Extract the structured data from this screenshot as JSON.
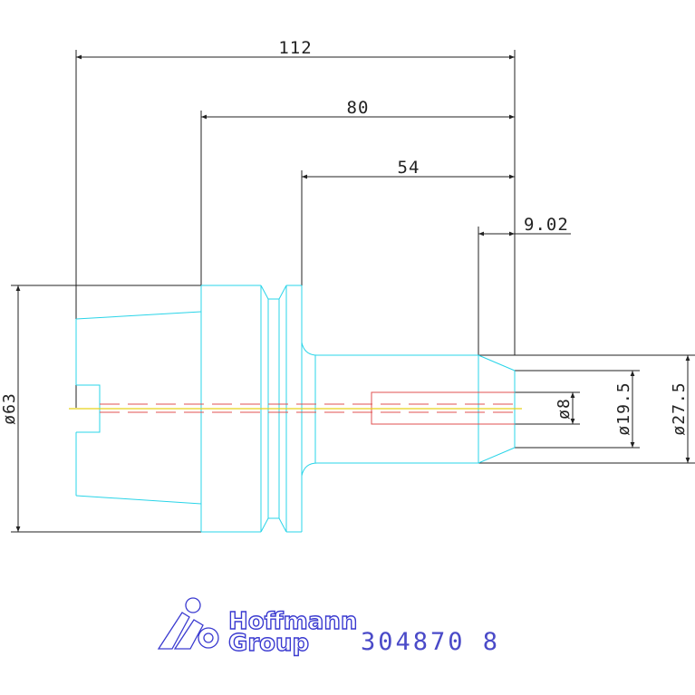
{
  "dimensions": {
    "total_length": "112",
    "length_80": "80",
    "length_54": "54",
    "offset": "9.02",
    "diameter_63": "ø63",
    "diameter_8": "ø8",
    "diameter_19_5": "ø19.5",
    "diameter_27_5": "ø27.5"
  },
  "brand": {
    "line1": "Hoffmann",
    "line2": "Group"
  },
  "part_number": "304870 8",
  "colors": {
    "dimension_lines": "#222222",
    "part_outline": "#29d4e8",
    "hidden_bore": "#e05050",
    "centerline": "#e8d21a",
    "brand": "#3a3ad0"
  }
}
